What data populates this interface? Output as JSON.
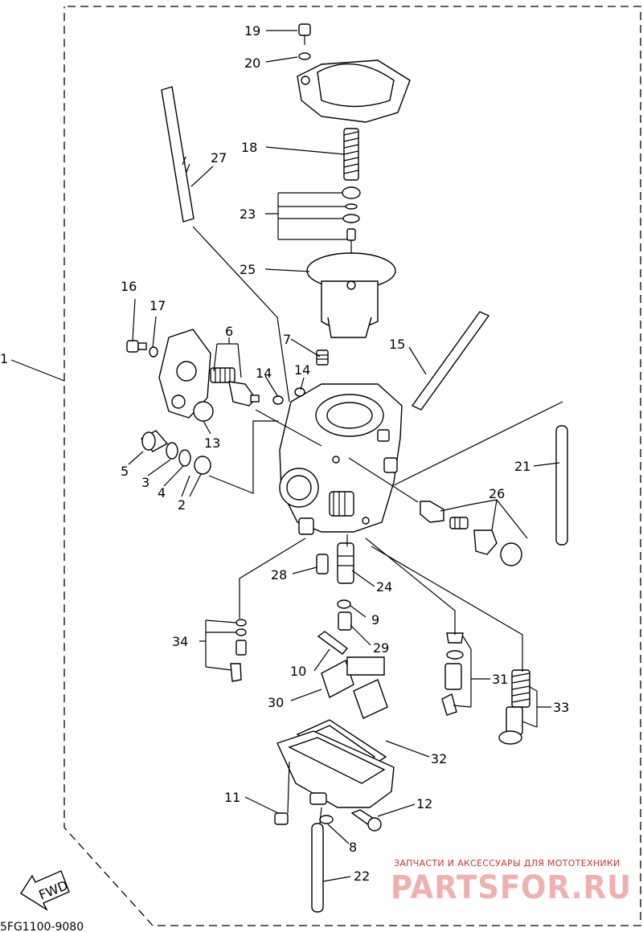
{
  "callouts": [
    "1",
    "2",
    "3",
    "4",
    "5",
    "6",
    "7",
    "8",
    "9",
    "10",
    "11",
    "12",
    "13",
    "14",
    "14",
    "15",
    "16",
    "17",
    "18",
    "19",
    "20",
    "21",
    "22",
    "23",
    "24",
    "25",
    "26",
    "27",
    "28",
    "29",
    "30",
    "31",
    "32",
    "33",
    "34"
  ],
  "fwd_label": "FWD",
  "drawing_code": "5FG1100-9080",
  "watermark": {
    "tagline": "ЗАПЧАСТИ И АКСЕССУАРЫ ДЛЯ МОТОТЕХНИКИ",
    "logo": "PARTSFOR.RU"
  }
}
